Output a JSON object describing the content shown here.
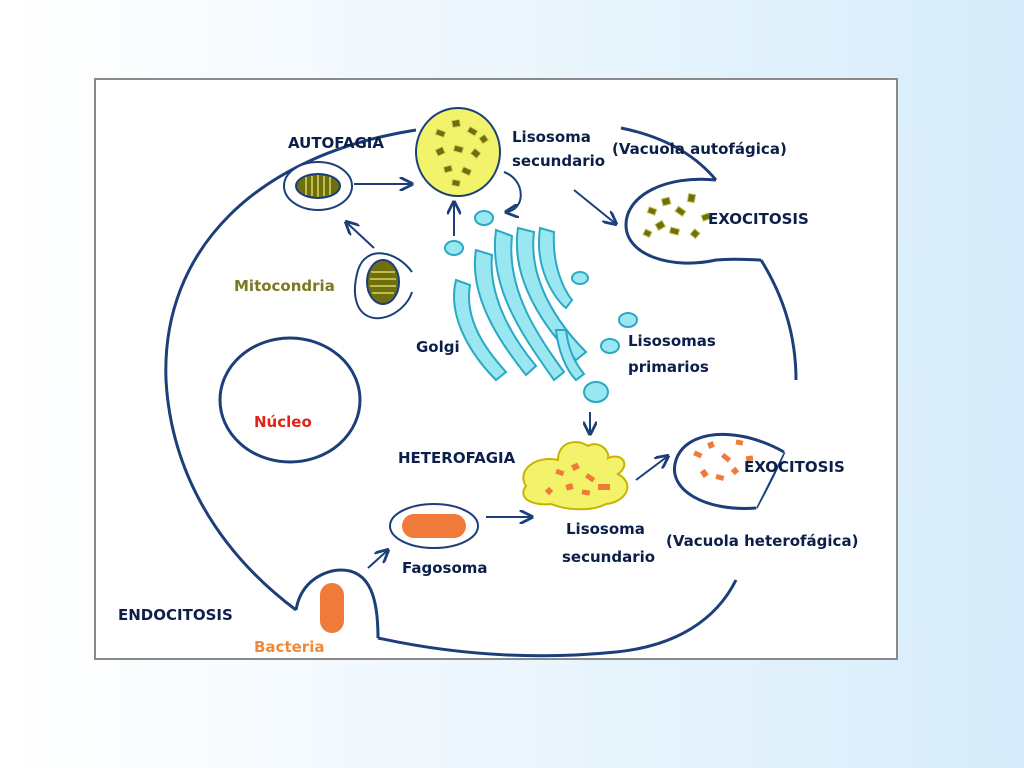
{
  "labels": {
    "autofagia": "AUTOFAGIA",
    "lisosoma_secundario_top_1": "Lisosoma",
    "lisosoma_secundario_top_2": "secundario",
    "vacuola_autofagica": "(Vacuola autofágica)",
    "exocitosis_top": "EXOCITOSIS",
    "mitocondria": "Mitocondria",
    "golgi": "Golgi",
    "lisosomas_primarios_1": "Lisosomas",
    "lisosomas_primarios_2": "primarios",
    "nucleo": "Núcleo",
    "heterofagia": "HETEROFAGIA",
    "exocitosis_bottom": "EXOCITOSIS",
    "lisosoma_secundario_bottom_1": "Lisosoma",
    "lisosoma_secundario_bottom_2": "secundario",
    "vacuola_heterofagica": "(Vacuola heterofágica)",
    "fagosoma": "Fagosoma",
    "endocitosis": "ENDOCITOSIS",
    "bacteria": "Bacteria"
  },
  "colors": {
    "membrane": "#1c3f7a",
    "label_dark": "#0b1f4a",
    "label_olive": "#7a7a1e",
    "label_red": "#e0231a",
    "label_orange": "#f08a38",
    "lysosome_fill": "#f2f36a",
    "golgi_fill": "#9ae7f2",
    "golgi_stroke": "#2aa8c4",
    "bacteria_fill": "#f07a3a",
    "mito_fill": "#6f6f10"
  }
}
